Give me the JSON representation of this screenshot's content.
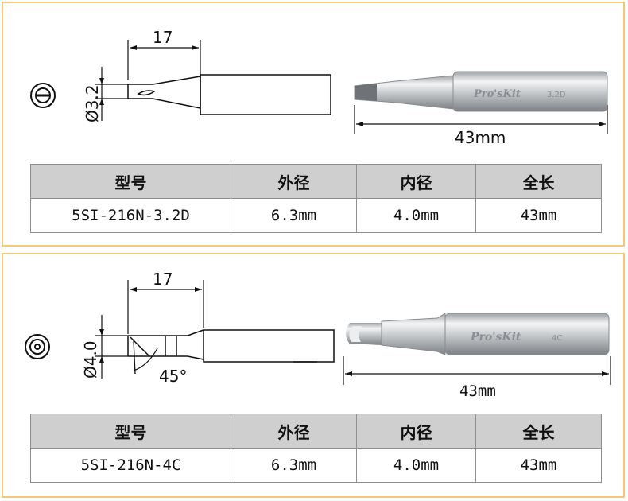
{
  "tips": [
    {
      "drawing": {
        "length_dim": "17",
        "diameter_label": "Ø3.2",
        "total_length_label": "43mm",
        "brand": "Pro'sKit",
        "tip_code": "3.2D"
      },
      "table": {
        "headers": [
          "型号",
          "外径",
          "内径",
          "全长"
        ],
        "row": [
          "5SI-216N-3.2D",
          "6.3mm",
          "4.0mm",
          "43mm"
        ]
      }
    },
    {
      "drawing": {
        "length_dim": "17",
        "diameter_label": "Ø4.0",
        "angle_label": "45°",
        "total_length_label": "43mm",
        "brand": "Pro'sKit",
        "tip_code": "4C"
      },
      "table": {
        "headers": [
          "型号",
          "外径",
          "内径",
          "全长"
        ],
        "row": [
          "5SI-216N-4C",
          "6.3mm",
          "4.0mm",
          "43mm"
        ]
      }
    }
  ],
  "colors": {
    "frame": "#f2c97a",
    "header_bg": "#cfcfcf",
    "metal": "#b9bcc0"
  }
}
